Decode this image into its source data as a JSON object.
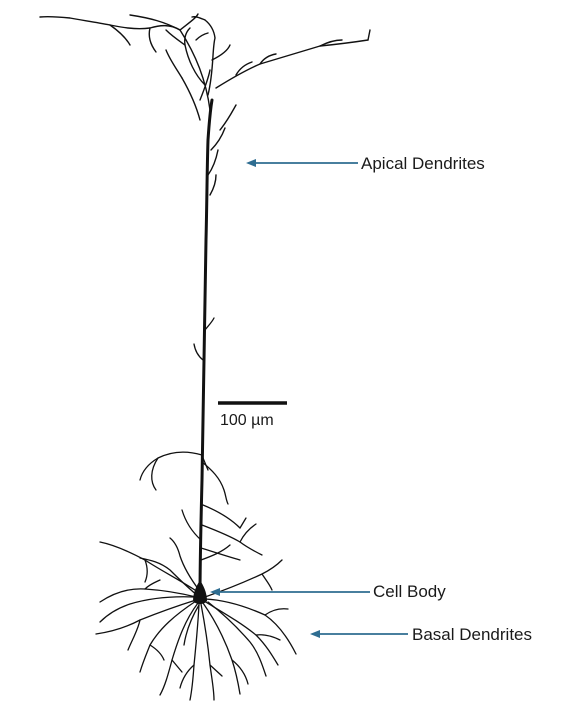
{
  "labels": {
    "apical": "Apical Dendrites",
    "cell_body": "Cell Body",
    "basal": "Basal Dendrites"
  },
  "scale_bar": {
    "text": "100 µm"
  },
  "colors": {
    "neuron": "#111111",
    "arrow": "#2e6d91",
    "text": "#1a1a1a",
    "background": "#ffffff"
  }
}
